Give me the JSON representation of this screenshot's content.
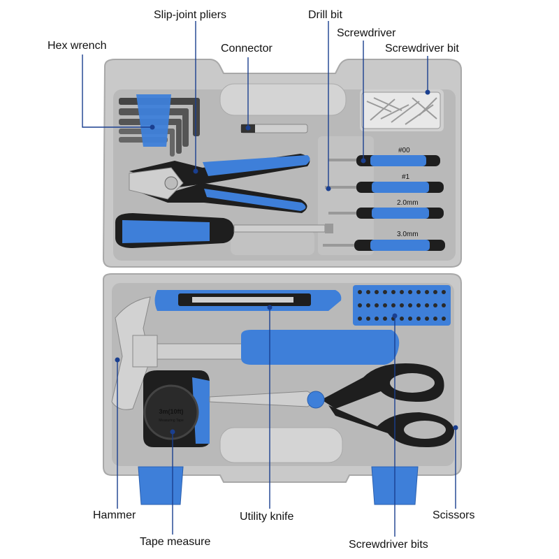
{
  "labels": {
    "hex_wrench": "Hex wrench",
    "slip_joint_pliers": "Slip-joint pliers",
    "connector": "Connector",
    "drill_bit": "Drill bit",
    "screwdriver": "Screwdriver",
    "screwdriver_bit": "Screwdriver bit",
    "hammer": "Hammer",
    "tape_measure": "Tape measure",
    "utility_knife": "Utility knife",
    "screwdriver_bits": "Screwdriver bits",
    "scissors": "Scissors"
  },
  "screwdriver_sizes": [
    "#00",
    "#1",
    "2.0mm",
    "3.0mm"
  ],
  "tape_measure_face": {
    "size": "3m(10ft)",
    "caption": "Measuring Tape"
  },
  "colors": {
    "case": "#c9c9c9",
    "case_inner": "#b4b4b4",
    "accent_blue": "#3e7fd9",
    "tool_dark": "#1e1e1e",
    "steel": "#cfcfcf",
    "leader": "#1a3f8f"
  }
}
